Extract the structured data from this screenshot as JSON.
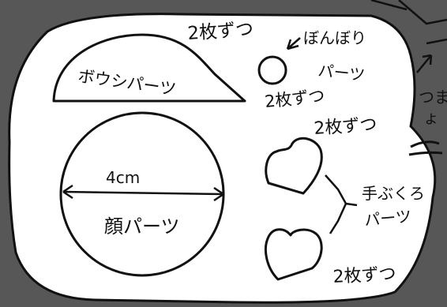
{
  "colors": {
    "ink": "#111111",
    "paper": "#ffffff",
    "border": "#2a2a2a"
  },
  "labels": {
    "hat_count": "2枚ずつ",
    "hat_part": "ボウシパーツ",
    "pompom": "ぼんぼり",
    "pompom_part": "パーツ",
    "pompom_count": "2枚ずつ",
    "face_size": "4cm",
    "face_part": "顔パーツ",
    "heart_count_top": "2枚ずつ",
    "mitten": "手ぶくろ",
    "mitten_part": "パーツ",
    "heart_count_bottom": "2枚ずつ",
    "edge_text_1": "つま",
    "edge_text_2": "ょ"
  }
}
